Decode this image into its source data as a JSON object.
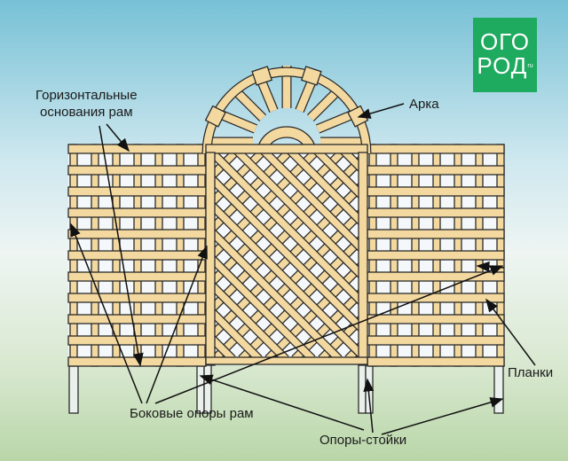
{
  "logo": {
    "line1": "ОГО",
    "line2": "РОД",
    "suffix": "ru"
  },
  "labels": {
    "horizontal_bases_1": "Горизонтальные",
    "horizontal_bases_2": "основания рам",
    "arch": "Арка",
    "slats": "Планки",
    "side_supports": "Боковые опоры рам",
    "posts": "Опоры-стойки"
  },
  "colors": {
    "wood": "#f3d9a0",
    "outline": "#2a2a2a",
    "logo": "#1eaa5f"
  }
}
